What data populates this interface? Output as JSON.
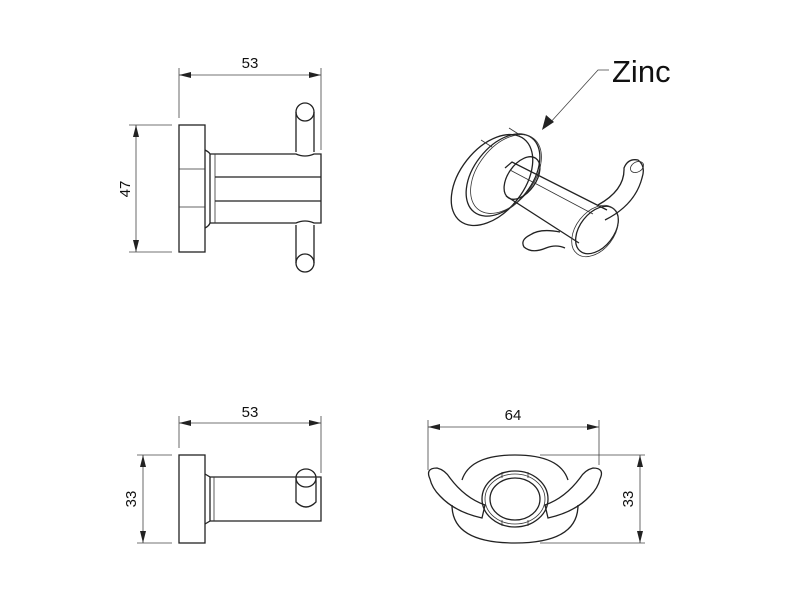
{
  "title": "Double robe hook technical drawing",
  "views": {
    "front": {
      "width_label": "53",
      "height_label": "47"
    },
    "isometric": {
      "material_label": "Zinc"
    },
    "side": {
      "width_label": "53",
      "height_label": "33"
    },
    "top": {
      "width_label": "64",
      "height_label": "33"
    }
  },
  "colors": {
    "line": "#222222",
    "background": "#ffffff"
  }
}
